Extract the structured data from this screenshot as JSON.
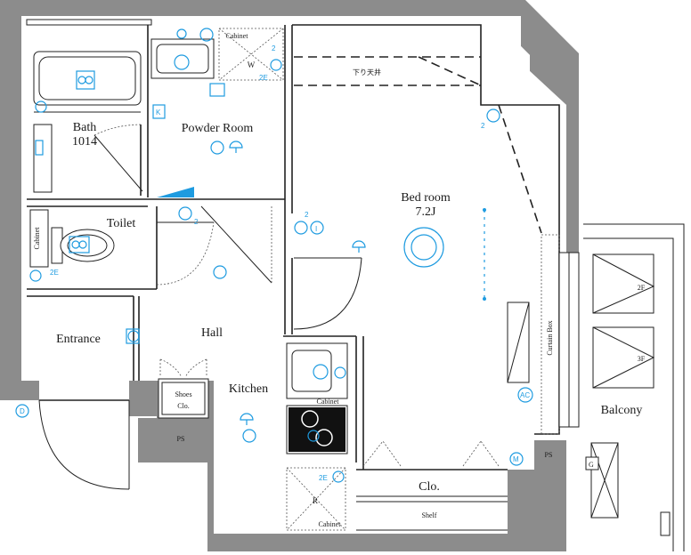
{
  "rooms": {
    "bath": "Bath",
    "bath_size": "1014",
    "powder_room": "Powder Room",
    "toilet": "Toilet",
    "bed_room": "Bed room",
    "bed_room_size": "7.2J",
    "hall": "Hall",
    "entrance": "Entrance",
    "kitchen": "Kitchen",
    "balcony": "Balcony",
    "clo": "Clo."
  },
  "labels": {
    "cabinet": "Cabinet",
    "w": "W",
    "sagari_tenjo": "下り天井",
    "shoes": "Shoes",
    "shoes_clo": "Clo.",
    "ps": "PS",
    "shelf": "Shelf",
    "curtain_box": "Curtain Box",
    "r": "R",
    "floor_2f": "2F",
    "floor_3f": "3F",
    "g": "G"
  },
  "symbols": {
    "k": "K",
    "i": "I",
    "d": "D",
    "m": "M",
    "ac": "AC",
    "two": "2",
    "two_e": "2E"
  },
  "colors": {
    "wall": "#8c8c8c",
    "symbol": "#1e9be0",
    "line": "#222222"
  }
}
